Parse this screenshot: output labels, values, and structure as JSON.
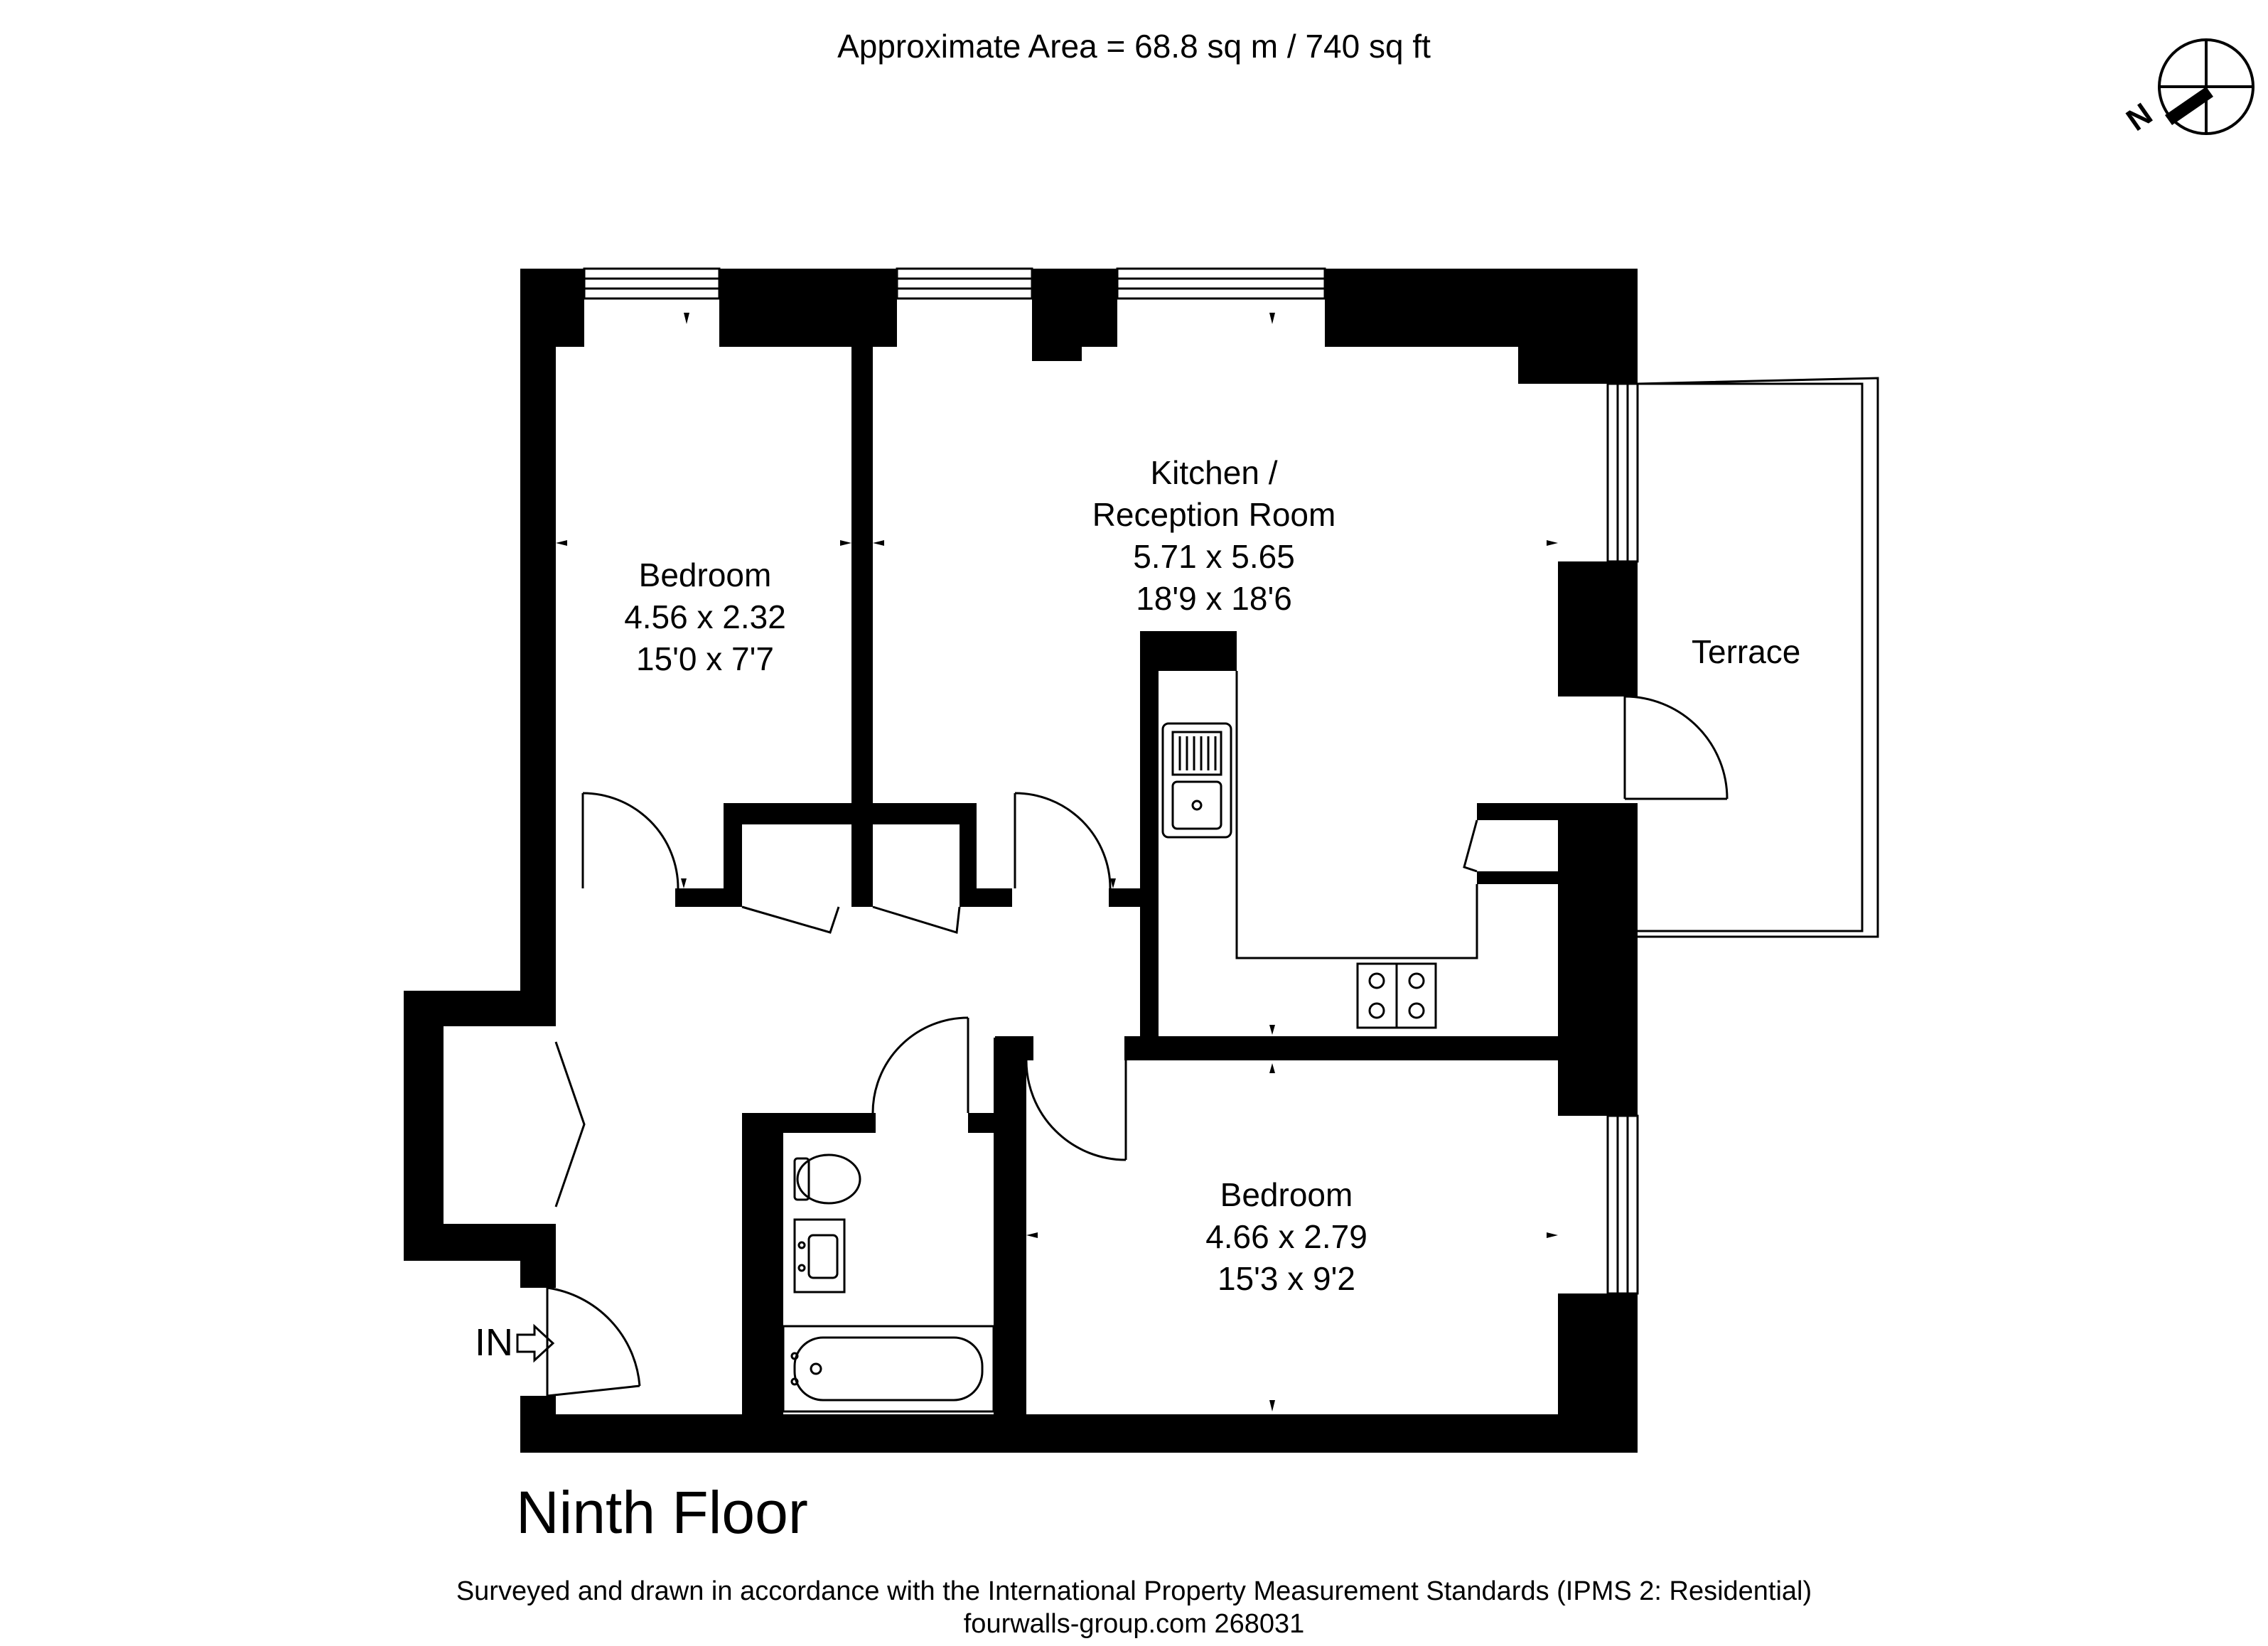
{
  "header": {
    "area_text": "Approximate  Area = 68.8 sq m / 740 sq ft"
  },
  "compass": {
    "north_label": "N"
  },
  "rooms": {
    "bedroom1": {
      "name": "Bedroom",
      "metric": "4.56 x 2.32",
      "imperial": "15'0 x 7'7"
    },
    "kitchen": {
      "name_line1": "Kitchen /",
      "name_line2": "Reception Room",
      "metric": "5.71 x 5.65",
      "imperial": "18'9 x 18'6"
    },
    "terrace": {
      "name": "Terrace"
    },
    "bedroom2": {
      "name": "Bedroom",
      "metric": "4.66 x 2.79",
      "imperial": "15'3 x 9'2"
    }
  },
  "entrance": {
    "label": "IN"
  },
  "floor": {
    "name": "Ninth Floor"
  },
  "footer": {
    "line1": "Surveyed and drawn in accordance with the International Property Measurement Standards (IPMS 2: Residential)",
    "line2": "fourwalls-group.com 268031"
  },
  "colors": {
    "wall": "#000000",
    "background": "#ffffff",
    "fixture_outline": "#000000"
  }
}
